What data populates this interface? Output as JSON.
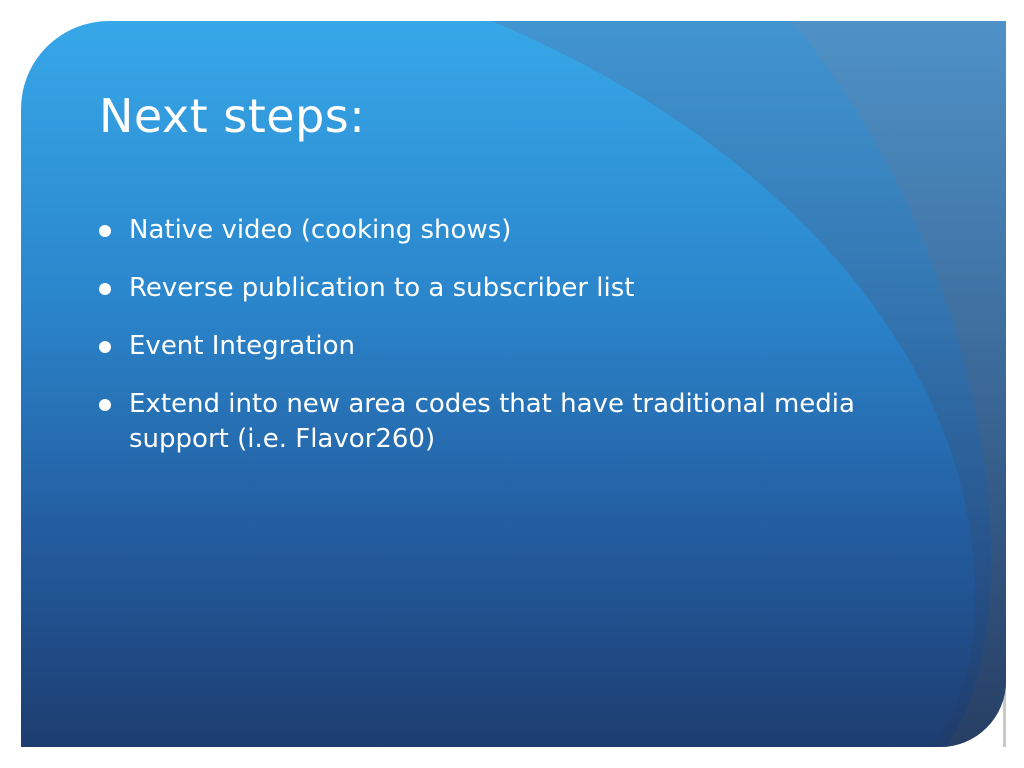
{
  "slide": {
    "title": "Next steps:",
    "bullets": [
      "Native video (cooking shows)",
      "Reverse publication to a subscriber list",
      "Event Integration",
      "Extend into new area codes that have traditional media support (i.e. Flavor260)"
    ]
  },
  "colors": {
    "background_top": "#36a7e8",
    "background_bottom": "#1d3d70",
    "text": "#ffffff",
    "frame": "#c8c8c8"
  }
}
